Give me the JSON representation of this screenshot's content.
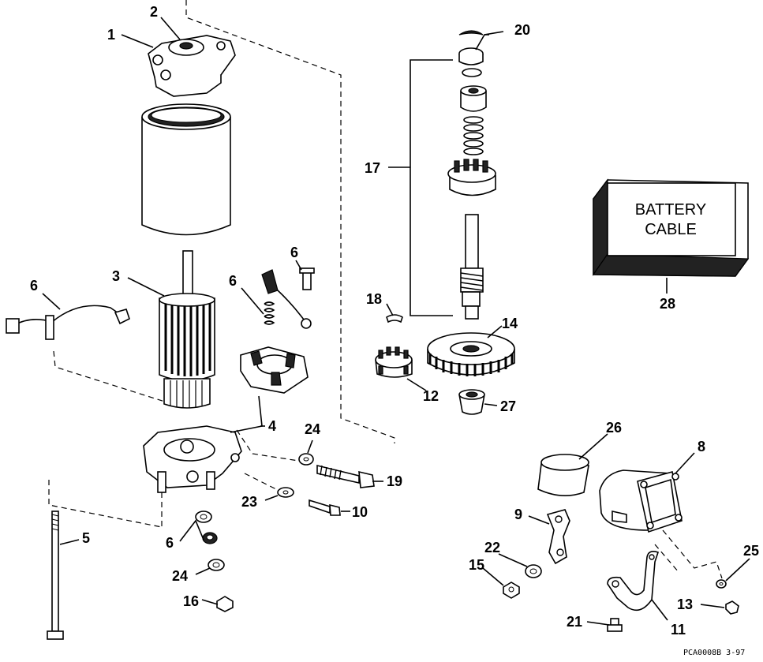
{
  "callouts": [
    {
      "id": "c1",
      "text": "1"
    },
    {
      "id": "c2",
      "text": "2"
    },
    {
      "id": "c3",
      "text": "3"
    },
    {
      "id": "c4",
      "text": "4"
    },
    {
      "id": "c5",
      "text": "5"
    },
    {
      "id": "c6a",
      "text": "6"
    },
    {
      "id": "c6b",
      "text": "6"
    },
    {
      "id": "c6c",
      "text": "6"
    },
    {
      "id": "c6d",
      "text": "6"
    },
    {
      "id": "c8",
      "text": "8"
    },
    {
      "id": "c9",
      "text": "9"
    },
    {
      "id": "c10",
      "text": "10"
    },
    {
      "id": "c11",
      "text": "11"
    },
    {
      "id": "c12",
      "text": "12"
    },
    {
      "id": "c13",
      "text": "13"
    },
    {
      "id": "c14",
      "text": "14"
    },
    {
      "id": "c15",
      "text": "15"
    },
    {
      "id": "c16",
      "text": "16"
    },
    {
      "id": "c17",
      "text": "17"
    },
    {
      "id": "c18",
      "text": "18"
    },
    {
      "id": "c19",
      "text": "19"
    },
    {
      "id": "c20",
      "text": "20"
    },
    {
      "id": "c21",
      "text": "21"
    },
    {
      "id": "c22",
      "text": "22"
    },
    {
      "id": "c23",
      "text": "23"
    },
    {
      "id": "c24a",
      "text": "24"
    },
    {
      "id": "c24b",
      "text": "24"
    },
    {
      "id": "c25",
      "text": "25"
    },
    {
      "id": "c26",
      "text": "26"
    },
    {
      "id": "c27",
      "text": "27"
    },
    {
      "id": "c28",
      "text": "28"
    }
  ],
  "battery_box": {
    "line1": "BATTERY",
    "line2": "CABLE"
  },
  "footer_code": "PCA0008B  3-97"
}
